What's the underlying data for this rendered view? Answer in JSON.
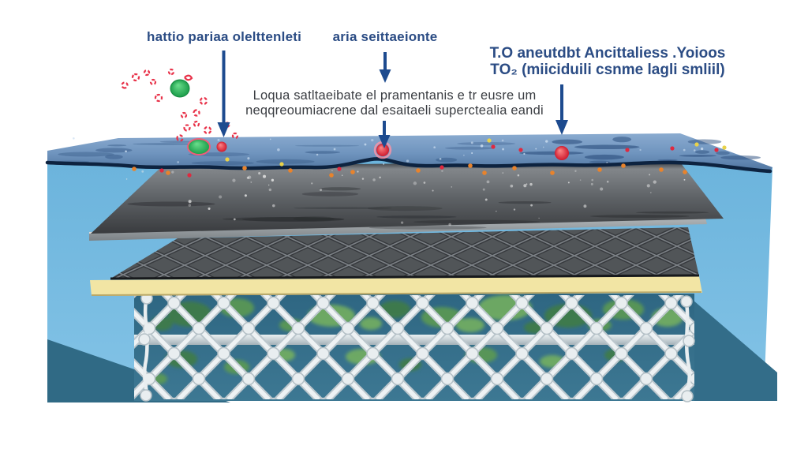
{
  "annotations": {
    "label_left": "hattio pariaa olelttenleti",
    "label_center": "aria seittaeionte",
    "label_right_line1": "T.O aneutdbt Ancittaliess .Yoioos",
    "label_right_line2": "TO₂ (miiciduili csnme lagli smliil)",
    "caption_line1": "Loqua satltaeibate el pramentanis e tr eusre um",
    "caption_line2": "neqqreoumiacrene dal esaitaeli superctealia eandi"
  },
  "colors": {
    "annotation_blue": "#2b4c84",
    "caption_gray": "#3a3d42",
    "arrow_blue": "#1d4b8f",
    "water_surface_blue": "#6e93bd",
    "underwater_light_blue": "#74bbe1",
    "underwater_teal": "#3a7590",
    "sand_layer_gray": "#4a4d50",
    "fabric_layer_dark": "#3e4246",
    "membrane_yellow": "#f2e5a4",
    "net_white": "#eef2f4",
    "particle_red": "#e8334a",
    "particle_green": "#2fbf5f",
    "particle_orange": "#e8832c"
  }
}
